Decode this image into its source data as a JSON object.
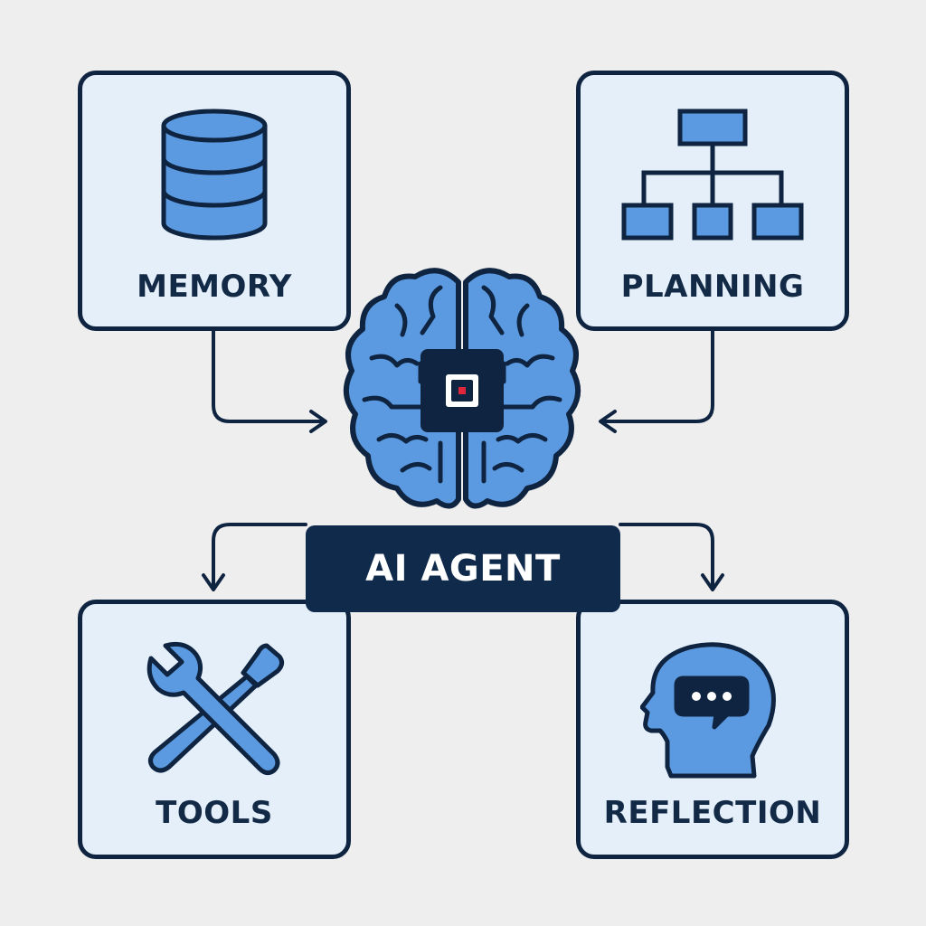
{
  "diagram": {
    "center": {
      "label": "AI AGENT"
    },
    "modules": {
      "memory": {
        "label": "MEMORY",
        "icon": "database-icon"
      },
      "planning": {
        "label": "PLANNING",
        "icon": "hierarchy-icon"
      },
      "tools": {
        "label": "TOOLS",
        "icon": "wrench-screwdriver-icon"
      },
      "reflection": {
        "label": "REFLECTION",
        "icon": "head-speech-icon"
      }
    },
    "center_icon": "brain-chip-icon",
    "connections": [
      {
        "from": "memory",
        "to": "agent"
      },
      {
        "from": "planning",
        "to": "agent"
      },
      {
        "from": "agent",
        "to": "tools"
      },
      {
        "from": "agent",
        "to": "reflection"
      }
    ]
  },
  "colors": {
    "background": "#eeeeee",
    "card_fill": "#e4effa",
    "outline": "#0f2440",
    "icon_fill": "#5b9ae0",
    "banner": "#102a4c",
    "banner_text": "#ffffff",
    "chip_dot": "#e0263a"
  }
}
